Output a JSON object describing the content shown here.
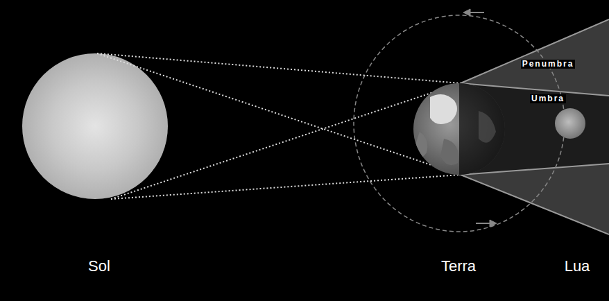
{
  "diagram": {
    "labels": [
      "Penumbra",
      "Umbra",
      "Sol",
      "Terra",
      "Lua"
    ]
  }
}
